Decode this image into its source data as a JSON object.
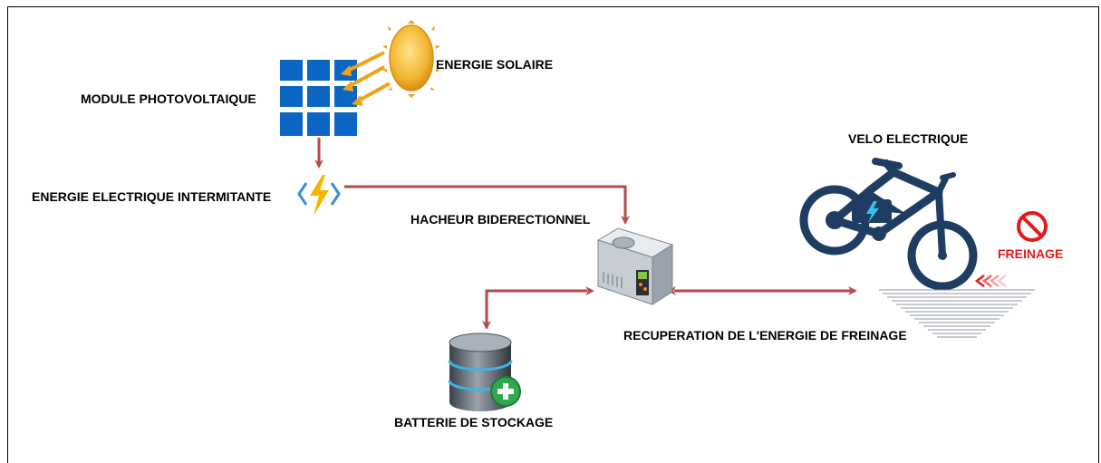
{
  "labels": {
    "solar_energy": "ENERGIE SOLAIRE",
    "pv_module": "MODULE PHOTOVOLTAIQUE",
    "intermittent_energy": "ENERGIE ELECTRIQUE INTERMITANTE",
    "chopper": "HACHEUR BIDERECTIONNEL",
    "ebike": "VELO ELECTRIQUE",
    "braking": "FREINAGE",
    "recovery": "RECUPERATION DE L'ENERGIE DE FREINAGE",
    "battery": "BATTERIE DE STOCKAGE"
  },
  "colors": {
    "connector": "#b54a4a",
    "panel": "#0a66c2",
    "sun": "#f2b632",
    "sun_ray": "#f0a318",
    "bolt": "#f5b400",
    "bike": "#1f3d63",
    "bike_accent": "#3ac0e8",
    "braking": "#e31b1b",
    "battery_plus": "#2fa84f"
  }
}
